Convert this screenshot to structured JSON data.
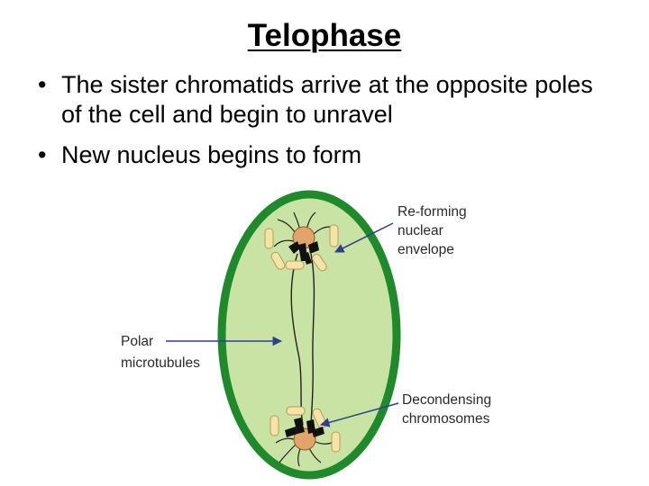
{
  "slide": {
    "title": "Telophase",
    "bullets": [
      "The sister chromatids arrive at the opposite poles of the cell and begin to unravel",
      "New nucleus begins to form"
    ]
  },
  "diagram": {
    "labels": {
      "reforming_envelope": [
        "Re-forming",
        "nuclear",
        "envelope"
      ],
      "polar_microtubules": [
        "Polar",
        "microtubules"
      ],
      "decondensing_chromosomes": [
        "Decondensing",
        "chromosomes"
      ]
    },
    "colors": {
      "cell_wall": "#1f8a2c",
      "cytoplasm": "#c8e3a3",
      "nucleus": "#e3a46a",
      "chromosome": "#111111",
      "organelle": "#f6e3a8",
      "arrow": "#2e3f8f"
    }
  }
}
